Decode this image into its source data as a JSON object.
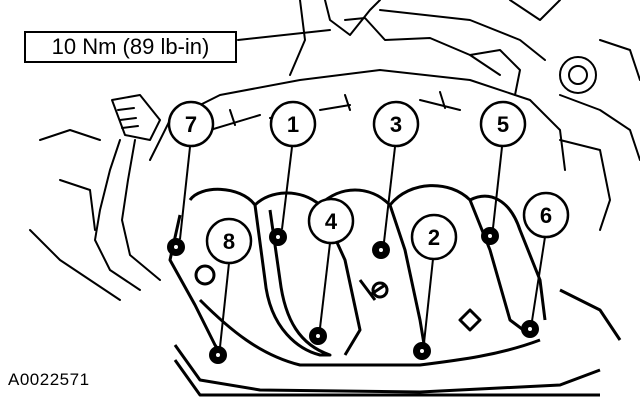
{
  "torque_spec": "10 Nm (89 lb-in)",
  "figure_id": "A0022571",
  "bolt_callouts": [
    "7",
    "1",
    "3",
    "5",
    "8",
    "4",
    "2",
    "6"
  ],
  "colors": {
    "line": "#000000",
    "background": "#ffffff"
  }
}
